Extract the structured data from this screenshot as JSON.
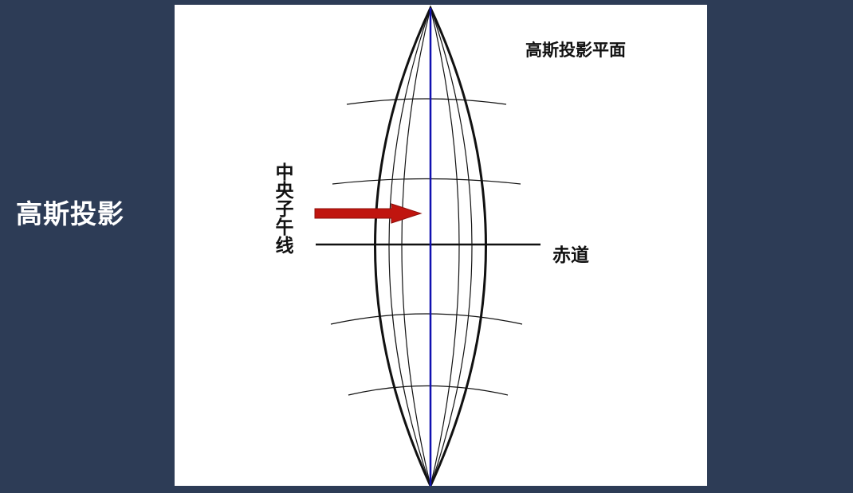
{
  "slide": {
    "side_title": "高斯投影"
  },
  "diagram": {
    "plane_title": "高斯投影平面",
    "central_meridian_label": "中央子午线",
    "equator_label": "赤道",
    "colors": {
      "background": "#2d3c56",
      "panel": "#ffffff",
      "central_meridian": "#1010b0",
      "arrow": "#c0150f",
      "lines": "#111111"
    }
  }
}
